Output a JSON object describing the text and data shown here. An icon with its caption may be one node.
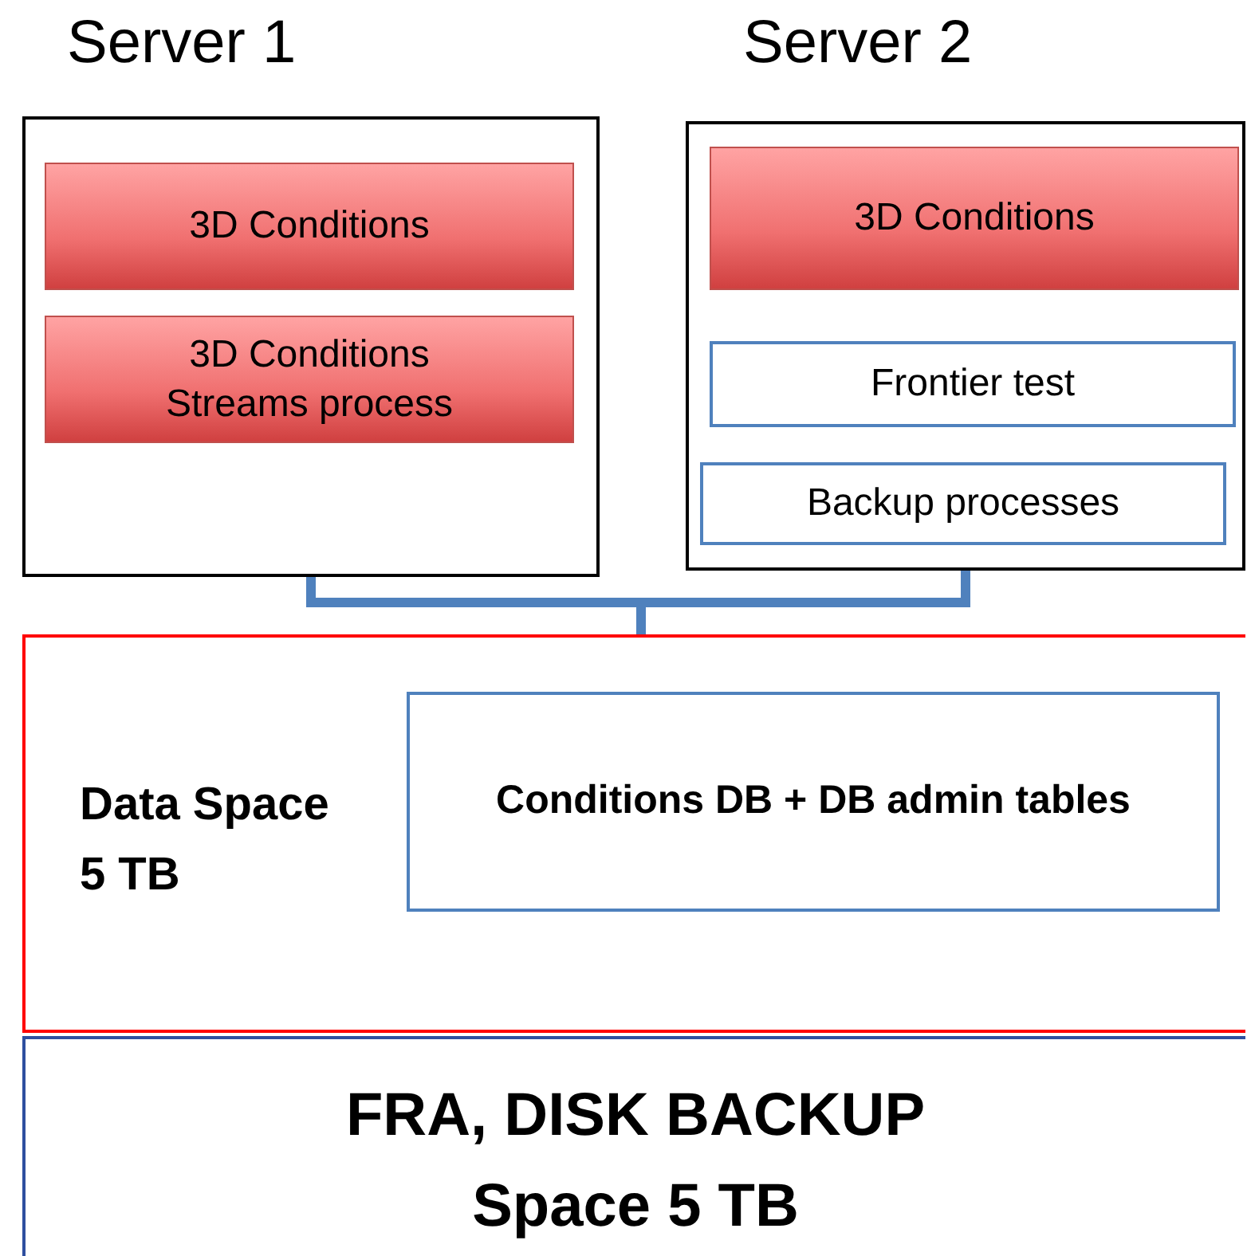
{
  "diagram": {
    "nodes": [
      {
        "text": [
          "Server 1"
        ]
      },
      {
        "text": [
          "3D Conditions"
        ],
        "in": 0
      },
      {
        "text": [
          "3D Conditions Streams process"
        ],
        "in": 0
      },
      {
        "text": [
          "Server 2"
        ]
      },
      {
        "text": [
          "3D Conditions"
        ],
        "in": 3
      },
      {
        "text": [
          "Frontier test"
        ],
        "in": 3
      },
      {
        "text": [
          "Backup processes"
        ],
        "in": 3
      },
      {
        "text": [
          "Data Space 5 TB"
        ]
      },
      {
        "text": [
          "Conditions DB + DB admin tables"
        ],
        "in": 7
      },
      {
        "text": [
          "FRA, DISK BACKUP Space 5 TB"
        ]
      }
    ],
    "edges": [
      {
        "from": 0,
        "to": 7,
        "arrow": "none"
      },
      {
        "from": 3,
        "to": 7,
        "arrow": "none"
      }
    ]
  }
}
